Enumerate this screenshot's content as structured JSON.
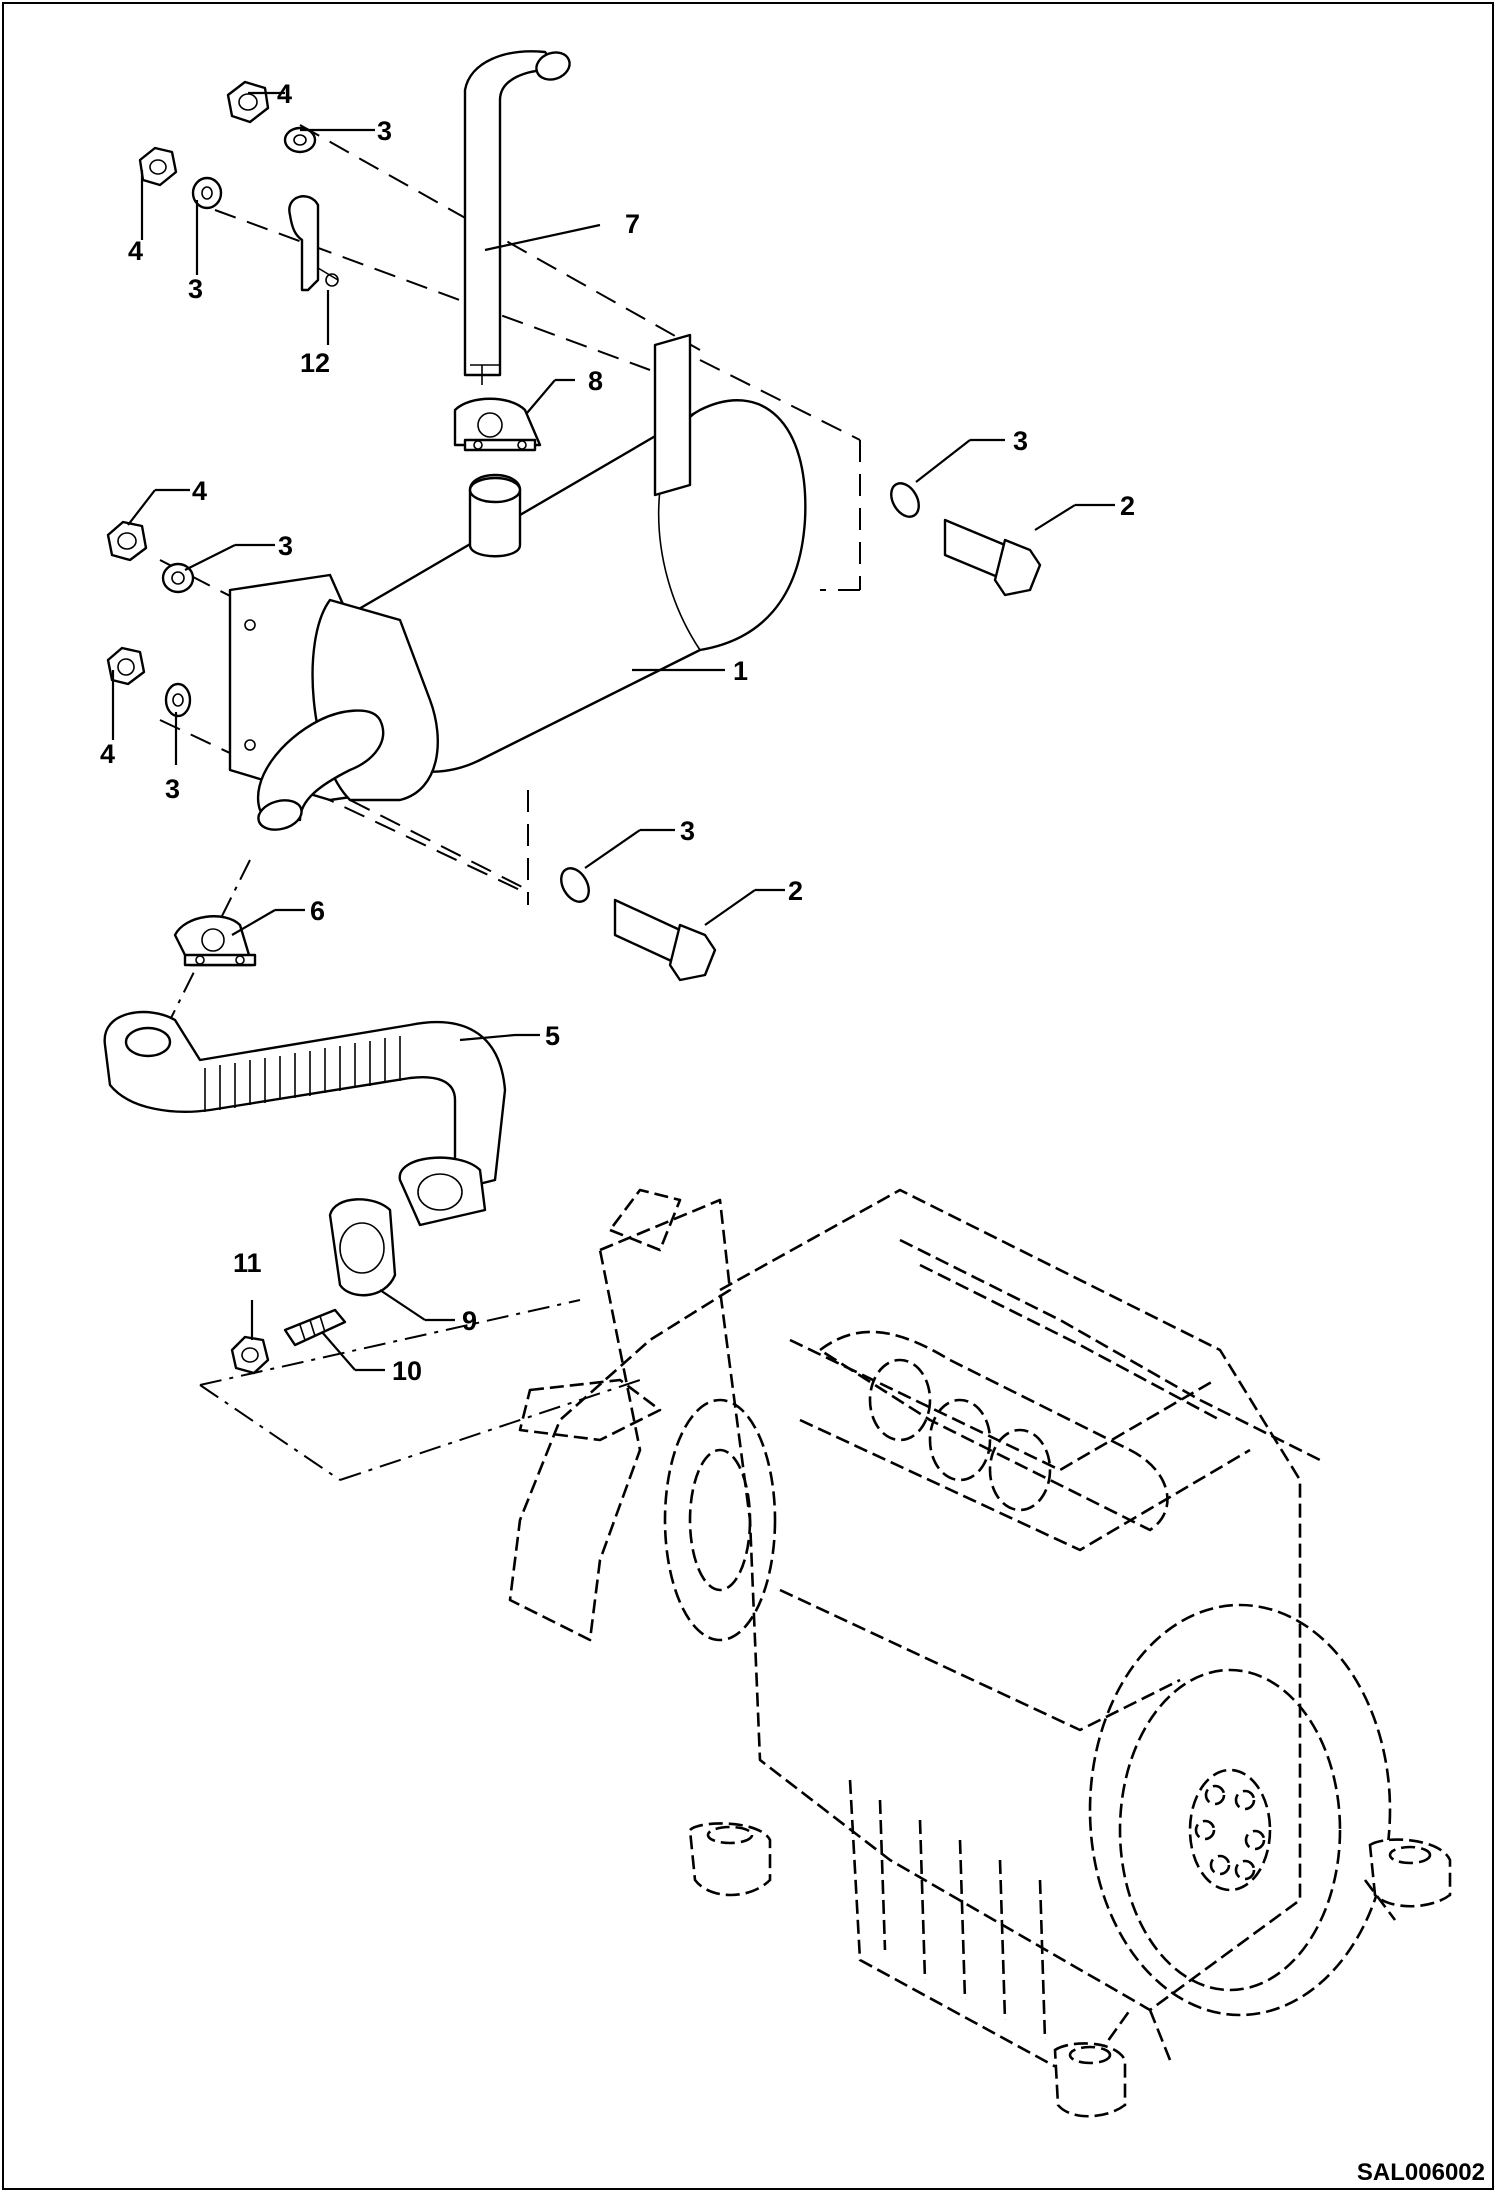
{
  "diagram": {
    "code": "SAL006002",
    "callouts": [
      {
        "id": "c4a",
        "text": "4"
      },
      {
        "id": "c3a",
        "text": "3"
      },
      {
        "id": "c4b",
        "text": "4"
      },
      {
        "id": "c3b",
        "text": "3"
      },
      {
        "id": "c7",
        "text": "7"
      },
      {
        "id": "c12",
        "text": "12"
      },
      {
        "id": "c8",
        "text": "8"
      },
      {
        "id": "c3c",
        "text": "3"
      },
      {
        "id": "c2a",
        "text": "2"
      },
      {
        "id": "c4c",
        "text": "4"
      },
      {
        "id": "c3d",
        "text": "3"
      },
      {
        "id": "c1",
        "text": "1"
      },
      {
        "id": "c4d",
        "text": "4"
      },
      {
        "id": "c3e",
        "text": "3"
      },
      {
        "id": "c3f",
        "text": "3"
      },
      {
        "id": "c2b",
        "text": "2"
      },
      {
        "id": "c6",
        "text": "6"
      },
      {
        "id": "c5",
        "text": "5"
      },
      {
        "id": "c11",
        "text": "11"
      },
      {
        "id": "c9",
        "text": "9"
      },
      {
        "id": "c10",
        "text": "10"
      }
    ]
  }
}
